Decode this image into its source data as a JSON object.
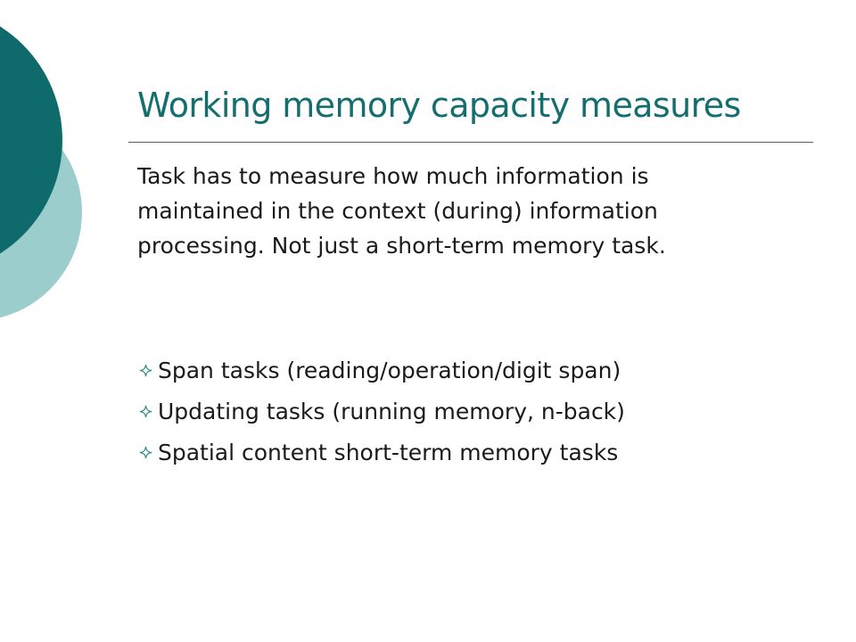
{
  "slide": {
    "title": "Working memory capacity measures",
    "intro_lines": [
      "Task has to measure how much information is",
      "maintained in the context (during) information",
      "processing. Not just a short-term memory task."
    ],
    "bullets": [
      "Span tasks (reading/operation/digit span)",
      "Updating tasks (running memory, n-back)",
      "Spatial content short-term memory tasks"
    ],
    "bullet_icon": "hollow-star-bullet-icon"
  },
  "colors": {
    "title": "#156e6e",
    "circle_dark": "#0f6b6b",
    "circle_light": "#9ccdcd",
    "bullet": "#2b8a8a",
    "body_text": "#1a1a1a"
  }
}
